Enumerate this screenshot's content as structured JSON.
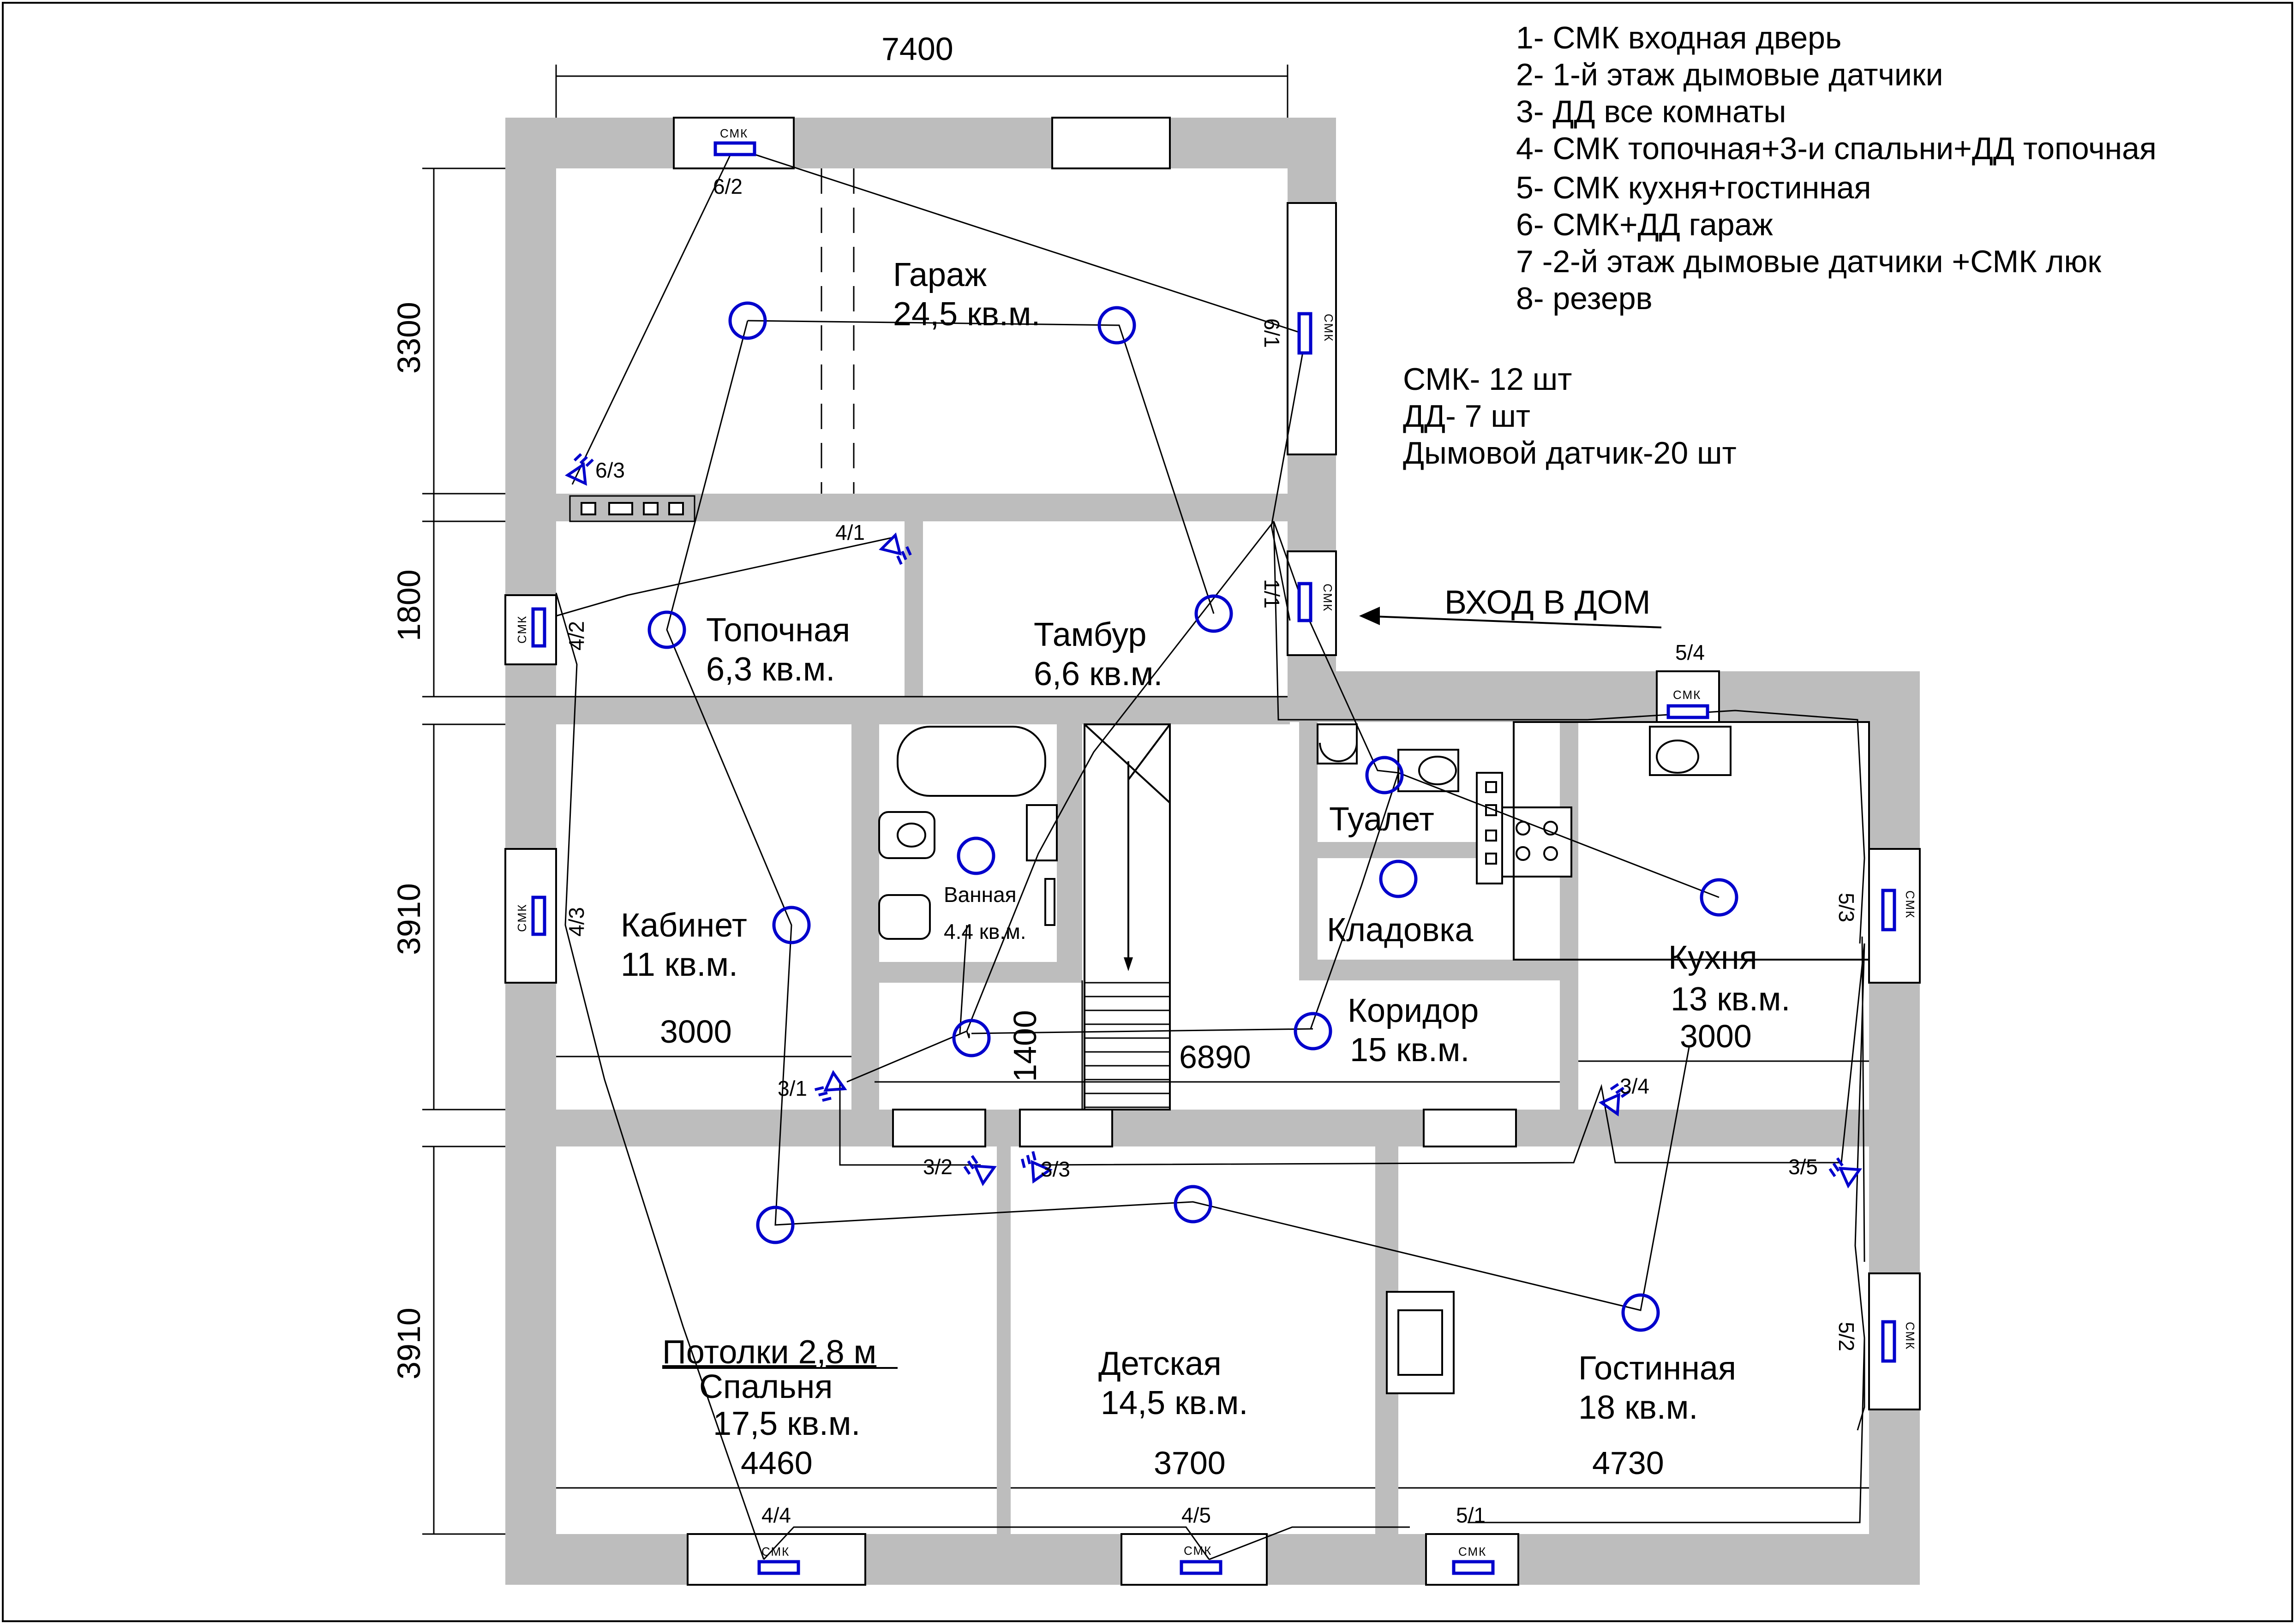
{
  "legend": {
    "items": [
      "1- СМК входная дверь",
      "2- 1-й этаж дымовые датчики",
      "3- ДД все комнаты",
      "4- СМК топочная+3-и спальни+ДД топочная",
      "5- СМК кухня+гостинная",
      "6- СМК+ДД гараж",
      "7 -2-й этаж дымовые датчики +СМК люк",
      "8- резерв"
    ],
    "totals": [
      "СМК- 12 шт",
      "ДД- 7 шт",
      "Дымовой датчик-20 шт"
    ]
  },
  "entrance_label": "ВХОД В ДОМ",
  "ceiling_note": "Потолки 2,8 м",
  "rooms": [
    {
      "name": "Гараж",
      "area": "24,5 кв.м."
    },
    {
      "name": "Топочная",
      "area": "6,3 кв.м."
    },
    {
      "name": "Тамбур",
      "area": "6,6 кв.м."
    },
    {
      "name": "Кабинет",
      "area": "11 кв.м."
    },
    {
      "name": "Ванная",
      "area": "4.4 кв.м."
    },
    {
      "name": "Туалет",
      "area": ""
    },
    {
      "name": "Кладовка",
      "area": ""
    },
    {
      "name": "Коридор",
      "area": "15 кв.м."
    },
    {
      "name": "Кухня",
      "area": "13 кв.м."
    },
    {
      "name": "Спальня",
      "area": "17,5 кв.м."
    },
    {
      "name": "Детская",
      "area": "14,5 кв.м."
    },
    {
      "name": "Гостинная",
      "area": "18 кв.м."
    }
  ],
  "dimensions": {
    "top": "7400",
    "left": [
      "3300",
      "1800",
      "3910",
      "3910"
    ],
    "cabinet": "3000",
    "kitchen": "3000",
    "corridor_width": "1400",
    "corridor_length": "6890",
    "bedroom": "4460",
    "kids": "3700",
    "living": "4730"
  },
  "sensor_tags": [
    "6/2",
    "6/1",
    "6/3",
    "4/1",
    "1/1",
    "4/2",
    "4/3",
    "3/1",
    "3/2",
    "3/3",
    "3/4",
    "3/5",
    "5/4",
    "5/3",
    "5/2",
    "5/1",
    "4/4",
    "4/5"
  ],
  "smk_label": "СМК",
  "colors": {
    "wall": "#bdbdbd",
    "sensor": "#0000cc",
    "line": "#000000"
  }
}
